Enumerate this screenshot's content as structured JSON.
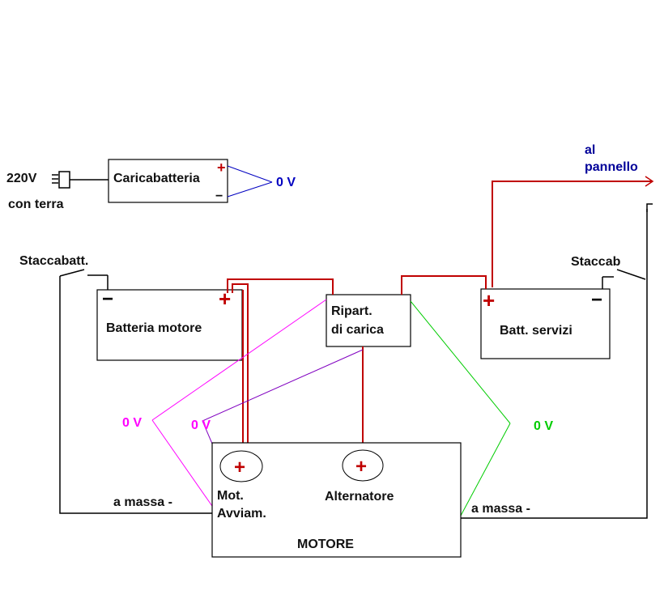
{
  "mains": {
    "voltage": "220V",
    "earth": "con terra"
  },
  "charger": {
    "label": "Caricabatteria",
    "plus": "+",
    "minus": "−"
  },
  "zero_volt": "0 V",
  "zero_volt_short": "0 V",
  "panel": {
    "line1": "al",
    "line2": "pannello"
  },
  "switch_left": "Staccabatt.",
  "switch_right": "Staccab",
  "battery_engine": {
    "label": "Batteria motore",
    "minus": "−",
    "plus": "+"
  },
  "splitter": {
    "line1": "Ripart.",
    "line2": "di carica"
  },
  "battery_service": {
    "label": "Batt. servizi",
    "plus": "+",
    "minus": "−"
  },
  "engine": {
    "label": "MOTORE",
    "starter_line1": "Mot.",
    "starter_line2": "Avviam.",
    "alternator": "Alternatore",
    "plus": "+"
  },
  "ground_left": "a massa -",
  "ground_right": "a massa -",
  "colors": {
    "positive": "#c00000",
    "ground": "#000000",
    "charger_zero": "#0000c0",
    "magenta": "#ff00ff",
    "purple": "#8000c0",
    "green": "#00cc00",
    "panel_text": "#000099"
  }
}
